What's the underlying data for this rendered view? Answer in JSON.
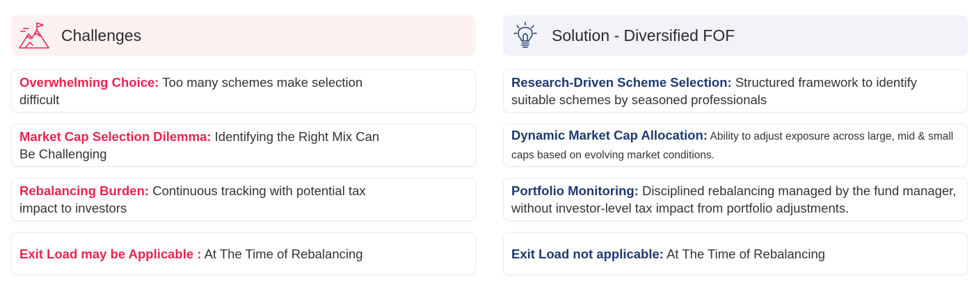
{
  "colors": {
    "challenge_accent": "#e8244f",
    "solution_accent": "#1e3a6e",
    "challenge_header_bg": "#fdf1f2",
    "solution_header_bg": "#f1f3f8"
  },
  "challenges": {
    "icon": "mountain-flag-icon",
    "title": "Challenges",
    "items": [
      {
        "head": "Overwhelming Choice:",
        "body": " Too many schemes make selection difficult"
      },
      {
        "head": "Market Cap Selection Dilemma:",
        "body": " Identifying the Right Mix Can Be Challenging"
      },
      {
        "head": "Rebalancing Burden:",
        "body": " Continuous tracking with potential tax impact to investors"
      },
      {
        "head": "Exit Load may be Applicable :",
        "body": " At The Time of Rebalancing"
      }
    ]
  },
  "solution": {
    "icon": "lightbulb-icon",
    "title": "Solution - Diversified FOF",
    "items": [
      {
        "head": "Research-Driven Scheme Selection:",
        "body": " Structured framework to identify suitable schemes by seasoned professionals"
      },
      {
        "head": "Dynamic Market Cap Allocation:",
        "body": " Ability to adjust exposure across large, mid & small caps based on evolving market conditions."
      },
      {
        "head": "Portfolio Monitoring:",
        "body": " Disciplined rebalancing managed by the fund manager, without investor-level tax impact from portfolio adjustments."
      },
      {
        "head": "Exit Load not applicable:",
        "body": " At The Time of Rebalancing"
      }
    ]
  }
}
